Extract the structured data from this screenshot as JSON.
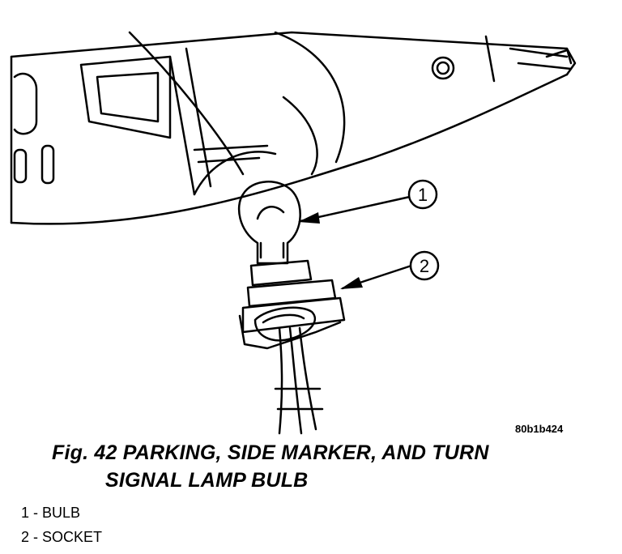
{
  "figure": {
    "code": "80b1b424",
    "caption_line1": "Fig. 42 PARKING, SIDE MARKER, AND TURN",
    "caption_line2": "SIGNAL LAMP BULB"
  },
  "callouts": [
    "1",
    "2"
  ],
  "legend": [
    {
      "text": "1 - BULB"
    },
    {
      "text": "2 - SOCKET"
    }
  ]
}
